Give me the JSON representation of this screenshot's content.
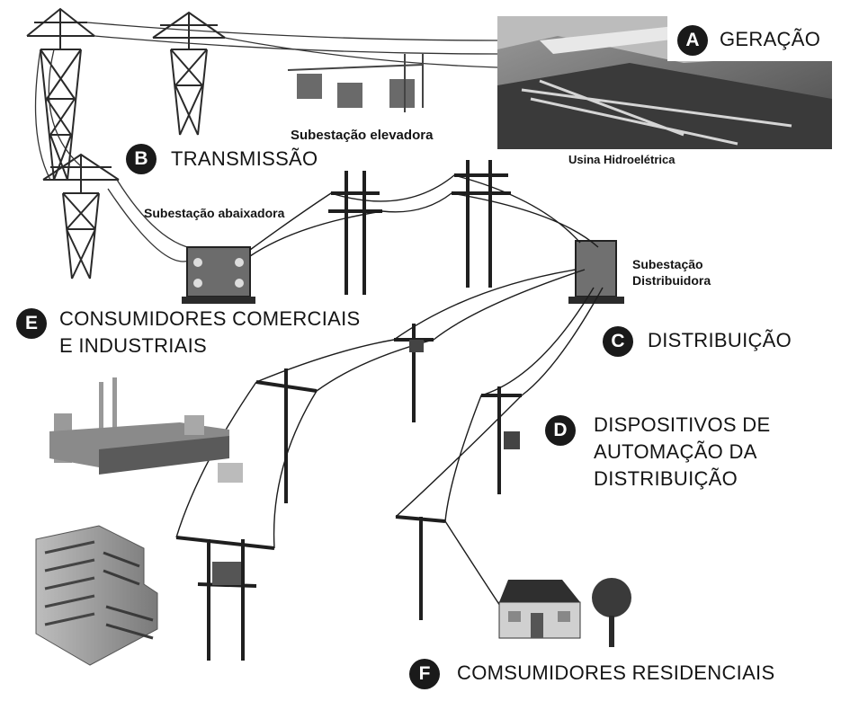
{
  "sections": {
    "a": {
      "letter": "A",
      "title": "GERAÇÃO"
    },
    "b": {
      "letter": "B",
      "title": "TRANSMISSÃO"
    },
    "c": {
      "letter": "C",
      "title": "DISTRIBUIÇÃO"
    },
    "d": {
      "letter": "D",
      "title_line1": "DISPOSITIVOS DE",
      "title_line2": "AUTOMAÇÃO DA",
      "title_line3": "DISTRIBUIÇÃO"
    },
    "e": {
      "letter": "E",
      "title_line1": "CONSUMIDORES COMERCIAIS",
      "title_line2": "E INDUSTRIAIS"
    },
    "f": {
      "letter": "F",
      "title": "COMSUMIDORES RESIDENCIAIS"
    }
  },
  "captions": {
    "hydro_plant": "Usina Hidroelétrica",
    "step_up_substation": "Subestação elevadora",
    "step_down_substation": "Subestação abaixadora",
    "distribution_substation_line1": "Subestação",
    "distribution_substation_line2": "Distribuidora"
  },
  "colors": {
    "ink": "#141414",
    "badge": "#1a1a1a",
    "tower": "#2a2a2a",
    "building": "#6f6f6f",
    "background": "#ffffff"
  }
}
